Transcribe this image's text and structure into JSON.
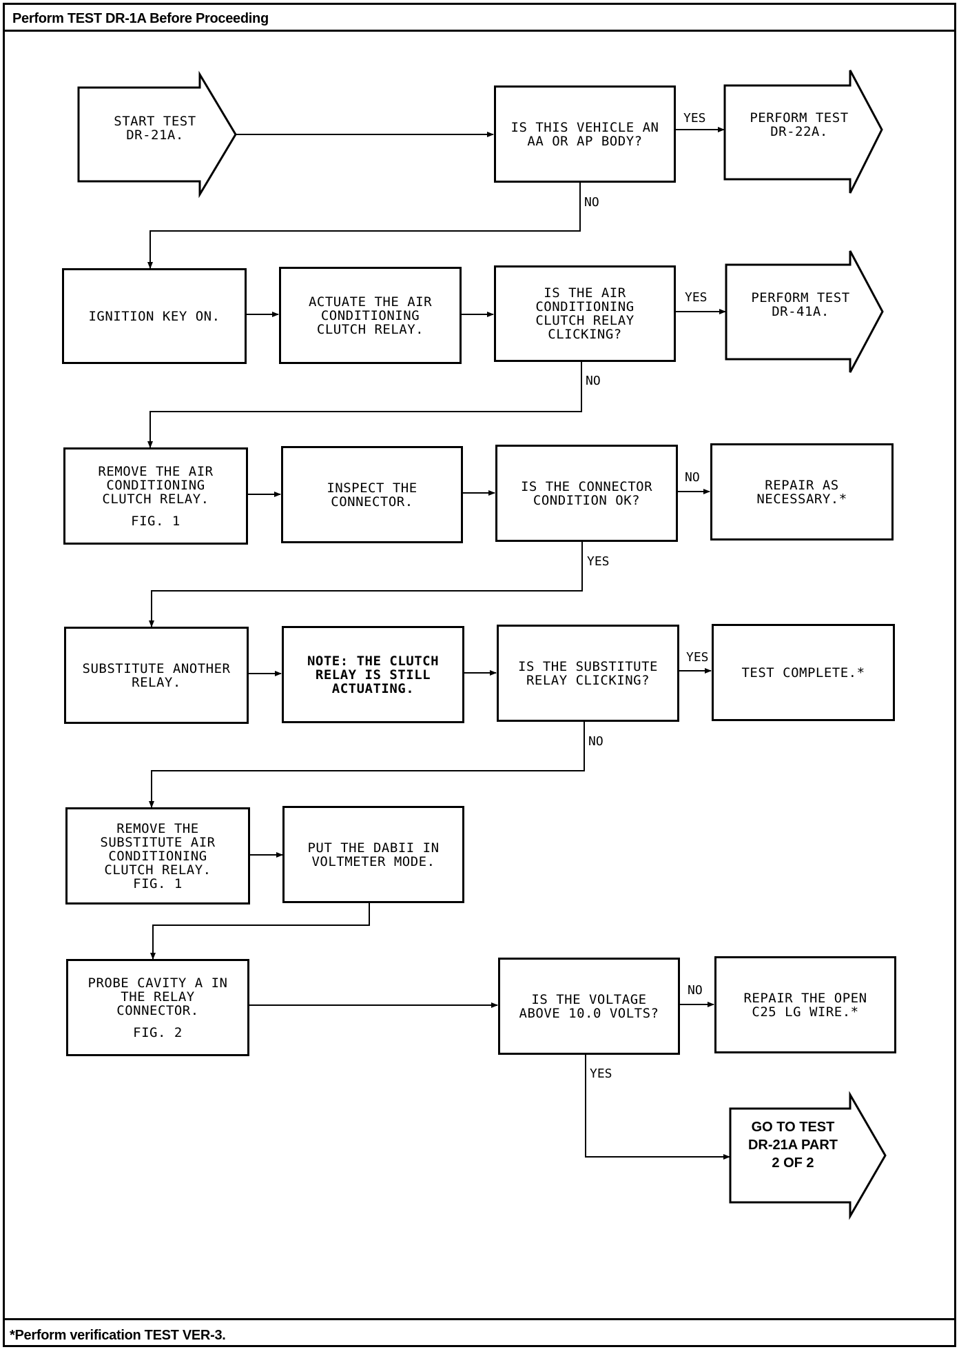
{
  "header": {
    "text": "Perform TEST DR-1A Before Proceeding"
  },
  "footer": {
    "text": "*Perform verification TEST VER-3."
  },
  "nodes": {
    "start": "START TEST\nDR-21A.",
    "q_body": "IS THIS VEHICLE AN\nAA OR AP BODY?",
    "dr22a": "PERFORM TEST\nDR-22A.",
    "ignition": "IGNITION KEY ON.",
    "actuate": "ACTUATE THE AIR\nCONDITIONING\nCLUTCH RELAY.",
    "q_clicking": "IS THE AIR\nCONDITIONING\nCLUTCH RELAY\nCLICKING?",
    "dr41a": "PERFORM TEST\nDR-41A.",
    "remove_relay": "REMOVE THE AIR\nCONDITIONING\nCLUTCH RELAY.",
    "remove_relay_fig": "FIG. 1",
    "inspect": "INSPECT THE\nCONNECTOR.",
    "q_connector": "IS THE CONNECTOR\nCONDITION OK?",
    "repair": "REPAIR AS\nNECESSARY.*",
    "substitute": "SUBSTITUTE ANOTHER\nRELAY.",
    "note": "NOTE: THE CLUTCH\nRELAY IS STILL\nACTUATING.",
    "q_substitute": "IS THE SUBSTITUTE\nRELAY CLICKING?",
    "complete": "TEST COMPLETE.*",
    "remove_sub": "REMOVE THE\nSUBSTITUTE AIR\nCONDITIONING\nCLUTCH RELAY.",
    "remove_sub_fig": "FIG. 1",
    "voltmeter": "PUT THE DABII IN\nVOLTMETER MODE.",
    "probe": "PROBE CAVITY A IN\nTHE RELAY\nCONNECTOR.",
    "probe_fig": "FIG. 2",
    "q_voltage": "IS THE VOLTAGE\nABOVE 10.0 VOLTS?",
    "repair_open": "REPAIR THE OPEN\nC25 LG WIRE.*",
    "goto": "GO TO TEST\nDR-21A PART\n2 OF 2"
  },
  "labels": {
    "yes": "YES",
    "no": "NO"
  }
}
